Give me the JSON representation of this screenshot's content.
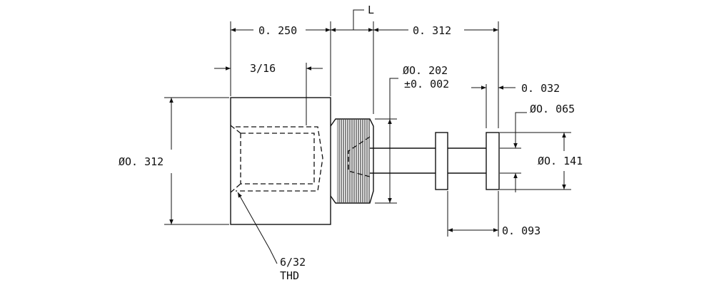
{
  "dimensions": {
    "overall_left": "0. 250",
    "overall_right": "0. 312",
    "length_marker": "L",
    "thread_depth": "3/16",
    "body_diameter": "ØO. 312",
    "knurl_diameter": "ØO. 202",
    "knurl_tolerance": "±0. 002",
    "flange_thickness": "0. 032",
    "pin_diameter": "ØO. 065",
    "flange_diameter": "ØO. 141",
    "flange_spacing": "0. 093",
    "thread_spec": "6/32",
    "thread_note": "THD"
  },
  "icons": {
    "arrowhead": "arrowhead-icon"
  }
}
